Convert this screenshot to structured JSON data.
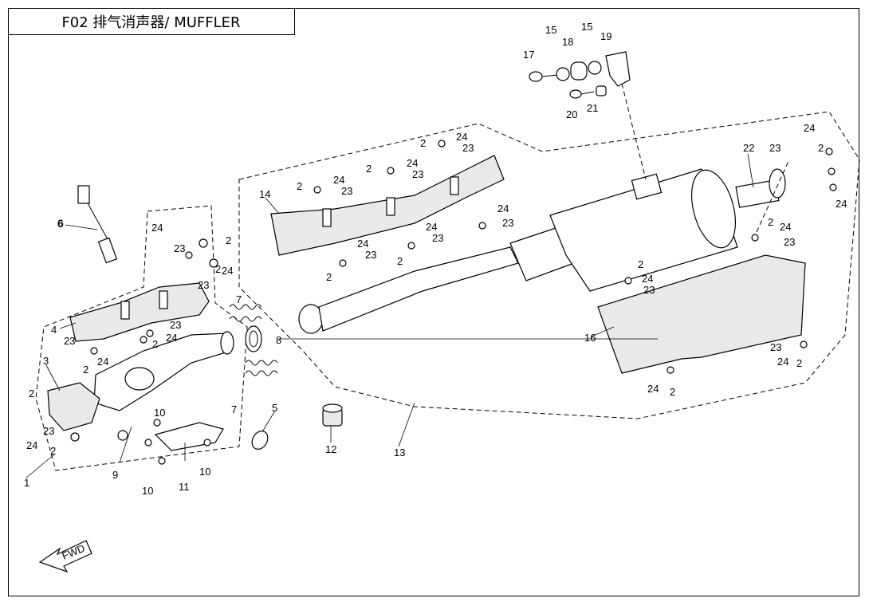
{
  "title": "F02 排气消声器/ MUFFLER",
  "fwd_label": "FWD",
  "callouts": [
    {
      "id": "c1",
      "text": "1"
    },
    {
      "id": "c2a",
      "text": "2"
    },
    {
      "id": "c2b",
      "text": "2"
    },
    {
      "id": "c3",
      "text": "3"
    },
    {
      "id": "c4",
      "text": "4"
    },
    {
      "id": "c5",
      "text": "5"
    },
    {
      "id": "c6",
      "text": "6"
    },
    {
      "id": "c7a",
      "text": "7"
    },
    {
      "id": "c7b",
      "text": "7"
    },
    {
      "id": "c8",
      "text": "8"
    },
    {
      "id": "c9",
      "text": "9"
    },
    {
      "id": "c10a",
      "text": "10"
    },
    {
      "id": "c10b",
      "text": "10"
    },
    {
      "id": "c10c",
      "text": "10"
    },
    {
      "id": "c11",
      "text": "11"
    },
    {
      "id": "c12",
      "text": "12"
    },
    {
      "id": "c13",
      "text": "13"
    },
    {
      "id": "c14",
      "text": "14"
    },
    {
      "id": "c15a",
      "text": "15"
    },
    {
      "id": "c15b",
      "text": "15"
    },
    {
      "id": "c16",
      "text": "16"
    },
    {
      "id": "c17",
      "text": "17"
    },
    {
      "id": "c18",
      "text": "18"
    },
    {
      "id": "c19",
      "text": "19"
    },
    {
      "id": "c20",
      "text": "20"
    },
    {
      "id": "c21",
      "text": "21"
    },
    {
      "id": "c22",
      "text": "22"
    },
    {
      "id": "c23a",
      "text": "23"
    },
    {
      "id": "c23b",
      "text": "23"
    },
    {
      "id": "c23c",
      "text": "23"
    },
    {
      "id": "c23d",
      "text": "23"
    },
    {
      "id": "c23e",
      "text": "23"
    },
    {
      "id": "c23f",
      "text": "23"
    },
    {
      "id": "c23g",
      "text": "23"
    },
    {
      "id": "c23h",
      "text": "23"
    },
    {
      "id": "c23i",
      "text": "23"
    },
    {
      "id": "c23j",
      "text": "23"
    },
    {
      "id": "c23k",
      "text": "23"
    },
    {
      "id": "c23l",
      "text": "23"
    },
    {
      "id": "c23m",
      "text": "23"
    },
    {
      "id": "c23n",
      "text": "23"
    },
    {
      "id": "c23o",
      "text": "23"
    },
    {
      "id": "c24a",
      "text": "24"
    },
    {
      "id": "c24b",
      "text": "24"
    },
    {
      "id": "c24c",
      "text": "24"
    },
    {
      "id": "c24d",
      "text": "24"
    },
    {
      "id": "c24e",
      "text": "24"
    },
    {
      "id": "c24f",
      "text": "24"
    },
    {
      "id": "c24g",
      "text": "24"
    },
    {
      "id": "c24h",
      "text": "24"
    },
    {
      "id": "c24i",
      "text": "24"
    },
    {
      "id": "c24j",
      "text": "24"
    },
    {
      "id": "c24k",
      "text": "24"
    },
    {
      "id": "c24l",
      "text": "24"
    },
    {
      "id": "c24m",
      "text": "24"
    },
    {
      "id": "c24n",
      "text": "24"
    },
    {
      "id": "c24o",
      "text": "24"
    },
    {
      "id": "c24p",
      "text": "24"
    },
    {
      "id": "c24q",
      "text": "24"
    },
    {
      "id": "c2c",
      "text": "2"
    },
    {
      "id": "c2d",
      "text": "2"
    },
    {
      "id": "c2e",
      "text": "2"
    },
    {
      "id": "c2f",
      "text": "2"
    },
    {
      "id": "c2g",
      "text": "2"
    },
    {
      "id": "c2h",
      "text": "2"
    },
    {
      "id": "c2i",
      "text": "2"
    },
    {
      "id": "c2j",
      "text": "2"
    },
    {
      "id": "c2k",
      "text": "2"
    },
    {
      "id": "c2l",
      "text": "2"
    },
    {
      "id": "c2m",
      "text": "2"
    },
    {
      "id": "c2n",
      "text": "2"
    },
    {
      "id": "c2o",
      "text": "2"
    },
    {
      "id": "c2p",
      "text": "2"
    }
  ]
}
